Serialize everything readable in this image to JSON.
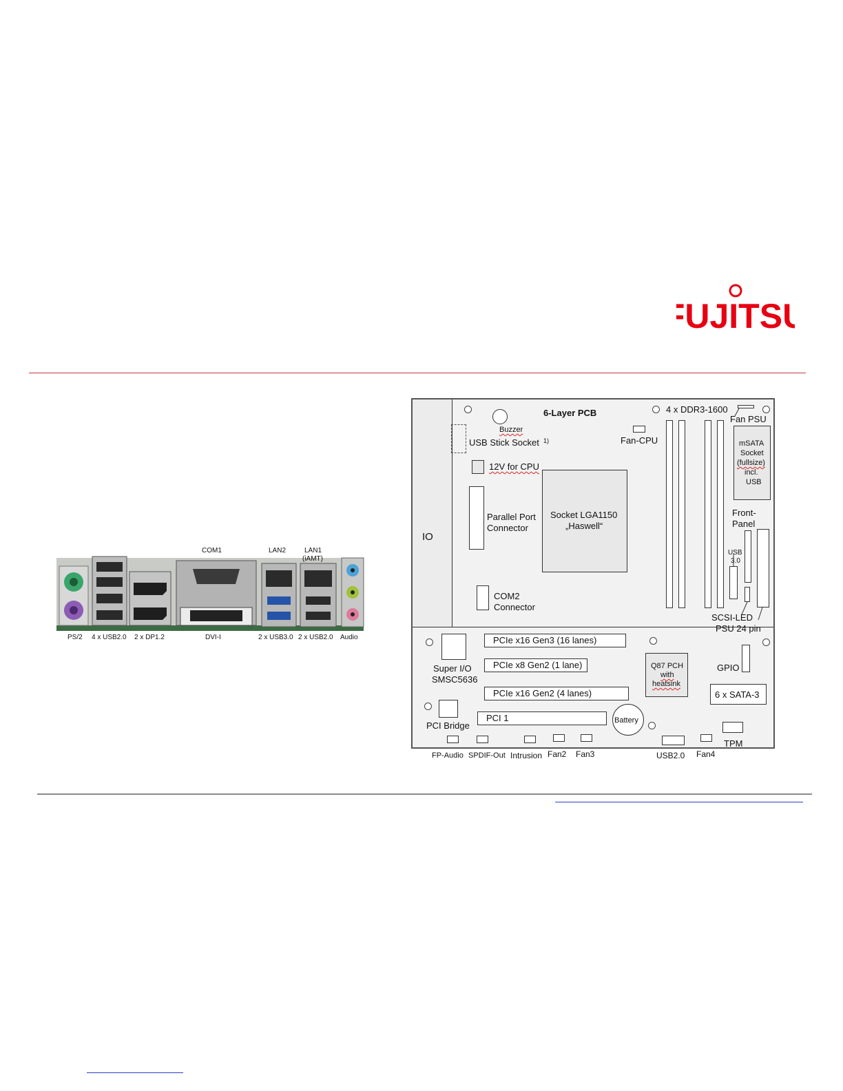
{
  "logo": {
    "text": "FUJITSU",
    "color": "#e60012"
  },
  "colors": {
    "accent_rule": "#c8363c",
    "rule": "#8a8a8a"
  },
  "io_panel": {
    "top_labels": {
      "com1": "COM1",
      "lan2": "LAN2",
      "lan1": "LAN1",
      "lan1_sub": "(iAMT)"
    },
    "bottom_labels": {
      "ps2": "PS/2",
      "usb20_4": "4 x USB2.0",
      "dp": "2 x DP1.2",
      "dvi": "DVI-I",
      "usb30": "2 x USB3.0",
      "usb20_2": "2 x USB2.0",
      "audio": "Audio"
    }
  },
  "board": {
    "title": "6-Layer PCB",
    "io": "IO",
    "buzzer": "Buzzer",
    "usb_stick": "USB Stick Socket",
    "usb_stick_note": "1)",
    "cpu_12v": "12V for CPU",
    "fan_cpu": "Fan-CPU",
    "ddr": "4 x DDR3-1600",
    "fan_psu": "Fan PSU",
    "msata": [
      "mSATA",
      "Socket",
      "(fullsize)",
      "incl.",
      "USB"
    ],
    "parallel": [
      "Parallel Port",
      "Connector"
    ],
    "socket": [
      "Socket LGA1150",
      "„Haswell“"
    ],
    "front_panel": [
      "Front-",
      "Panel"
    ],
    "usb30": [
      "USB",
      "3.0"
    ],
    "com2": [
      "COM2",
      "Connector"
    ],
    "scsi_led": "SCSI-LED",
    "psu24": "PSU 24 pin",
    "pcie1": "PCIe x16 Gen3 (16 lanes)",
    "pcie2": "PCIe x8 Gen2 (1 lane)",
    "pcie3": "PCIe x16 Gen2 (4 lanes)",
    "pci1": "PCI 1",
    "super_io": [
      "Super I/O",
      "SMSC5636"
    ],
    "pci_bridge": "PCI Bridge",
    "pch": [
      "Q87 PCH",
      "with",
      "heatsink"
    ],
    "battery": "Battery",
    "gpio": "GPIO",
    "sata": "6 x SATA-3",
    "tpm": "TPM",
    "bottom": {
      "fp_audio": "FP-Audio",
      "spdif": "SPDIF-Out",
      "intrusion": "Intrusion",
      "fan2": "Fan2",
      "fan3": "Fan3",
      "usb20": "USB2.0",
      "fan4": "Fan4"
    }
  }
}
